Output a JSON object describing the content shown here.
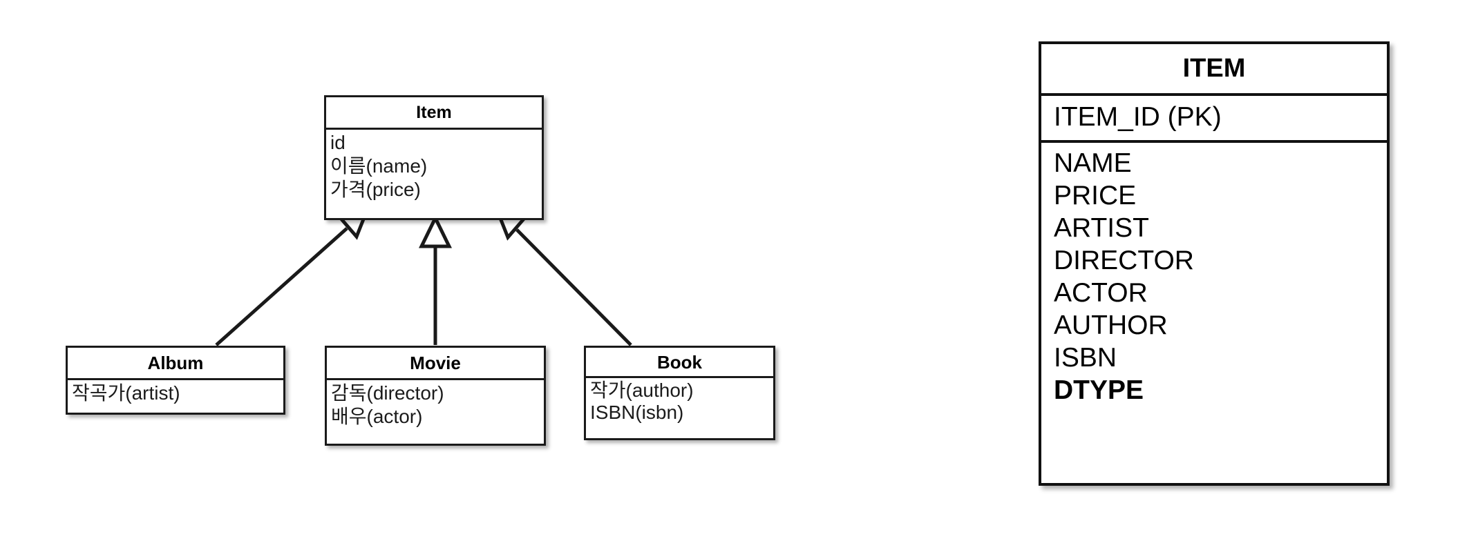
{
  "diagram": {
    "type": "uml-class-inheritance-and-single-table",
    "background_color": "#ffffff",
    "line_color": "#1a1a1a",
    "relation_kind": "generalization"
  },
  "uml": {
    "superclass": {
      "name": "Item",
      "attributes": [
        "id",
        "이름(name)",
        "가격(price)"
      ]
    },
    "subclasses": [
      {
        "name": "Album",
        "attributes": [
          "작곡가(artist)"
        ]
      },
      {
        "name": "Movie",
        "attributes": [
          "감독(director)",
          "배우(actor)"
        ]
      },
      {
        "name": "Book",
        "attributes": [
          "작가(author)",
          "ISBN(isbn)"
        ]
      }
    ]
  },
  "table": {
    "title": "ITEM",
    "primary_key": "ITEM_ID (PK)",
    "columns": [
      {
        "name": "NAME",
        "bold": false
      },
      {
        "name": "PRICE",
        "bold": false
      },
      {
        "name": "ARTIST",
        "bold": false
      },
      {
        "name": "DIRECTOR",
        "bold": false
      },
      {
        "name": "ACTOR",
        "bold": false
      },
      {
        "name": "AUTHOR",
        "bold": false
      },
      {
        "name": "ISBN",
        "bold": false
      },
      {
        "name": "DTYPE",
        "bold": true
      }
    ]
  }
}
